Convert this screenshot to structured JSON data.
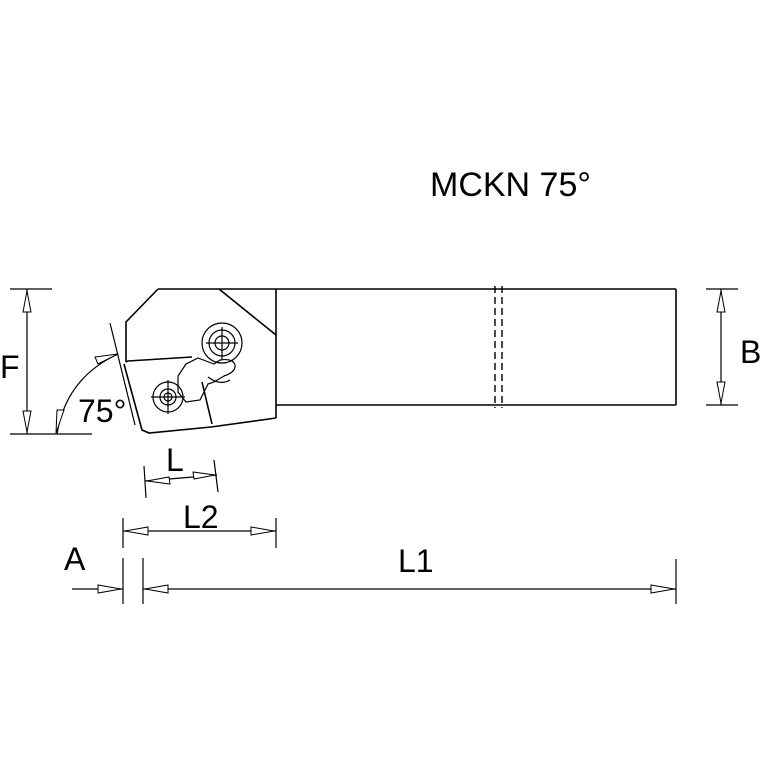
{
  "title": "MCKN 75°",
  "labels": {
    "F": "F",
    "B": "B",
    "angle": "75°",
    "L": "L",
    "L2": "L2",
    "A": "A",
    "L1": "L1"
  },
  "colors": {
    "line": "#000000",
    "background": "#ffffff"
  }
}
